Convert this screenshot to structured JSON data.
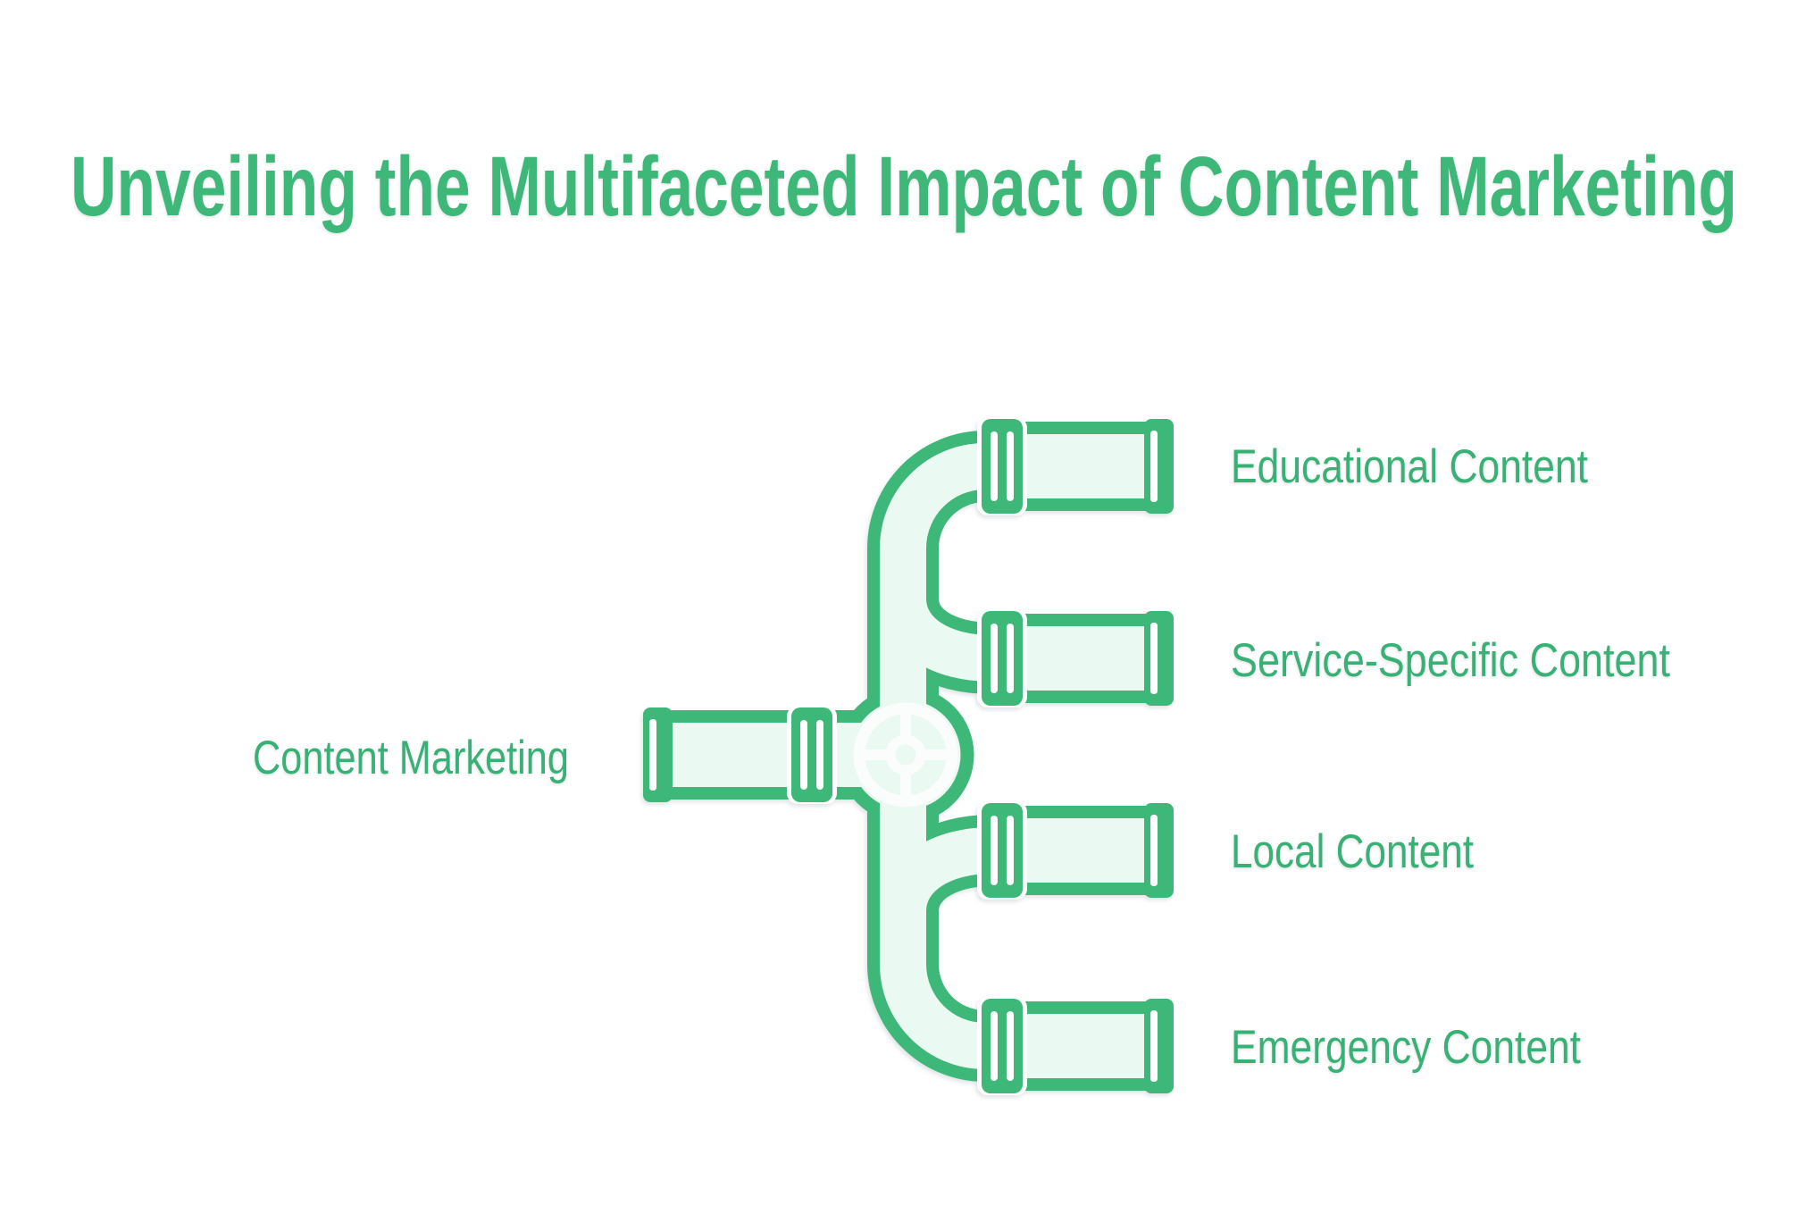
{
  "title": {
    "text": "Unveiling the Multifaceted Impact of Content Marketing"
  },
  "colors": {
    "accent_green": "#3CB878",
    "pipe_fill": "#EAF9F1",
    "wheel_white": "#FBFDFC",
    "text_green": "#38B174",
    "background": "#FFFFFF"
  },
  "diagram": {
    "type": "pipe-manifold",
    "icons": {
      "valve": "valve-wheel-icon",
      "pipes": "pipe-icon"
    },
    "source": {
      "label": "Content Marketing"
    },
    "branches": [
      {
        "label": "Educational Content"
      },
      {
        "label": "Service-Specific Content"
      },
      {
        "label": "Local Content"
      },
      {
        "label": "Emergency Content"
      }
    ]
  }
}
